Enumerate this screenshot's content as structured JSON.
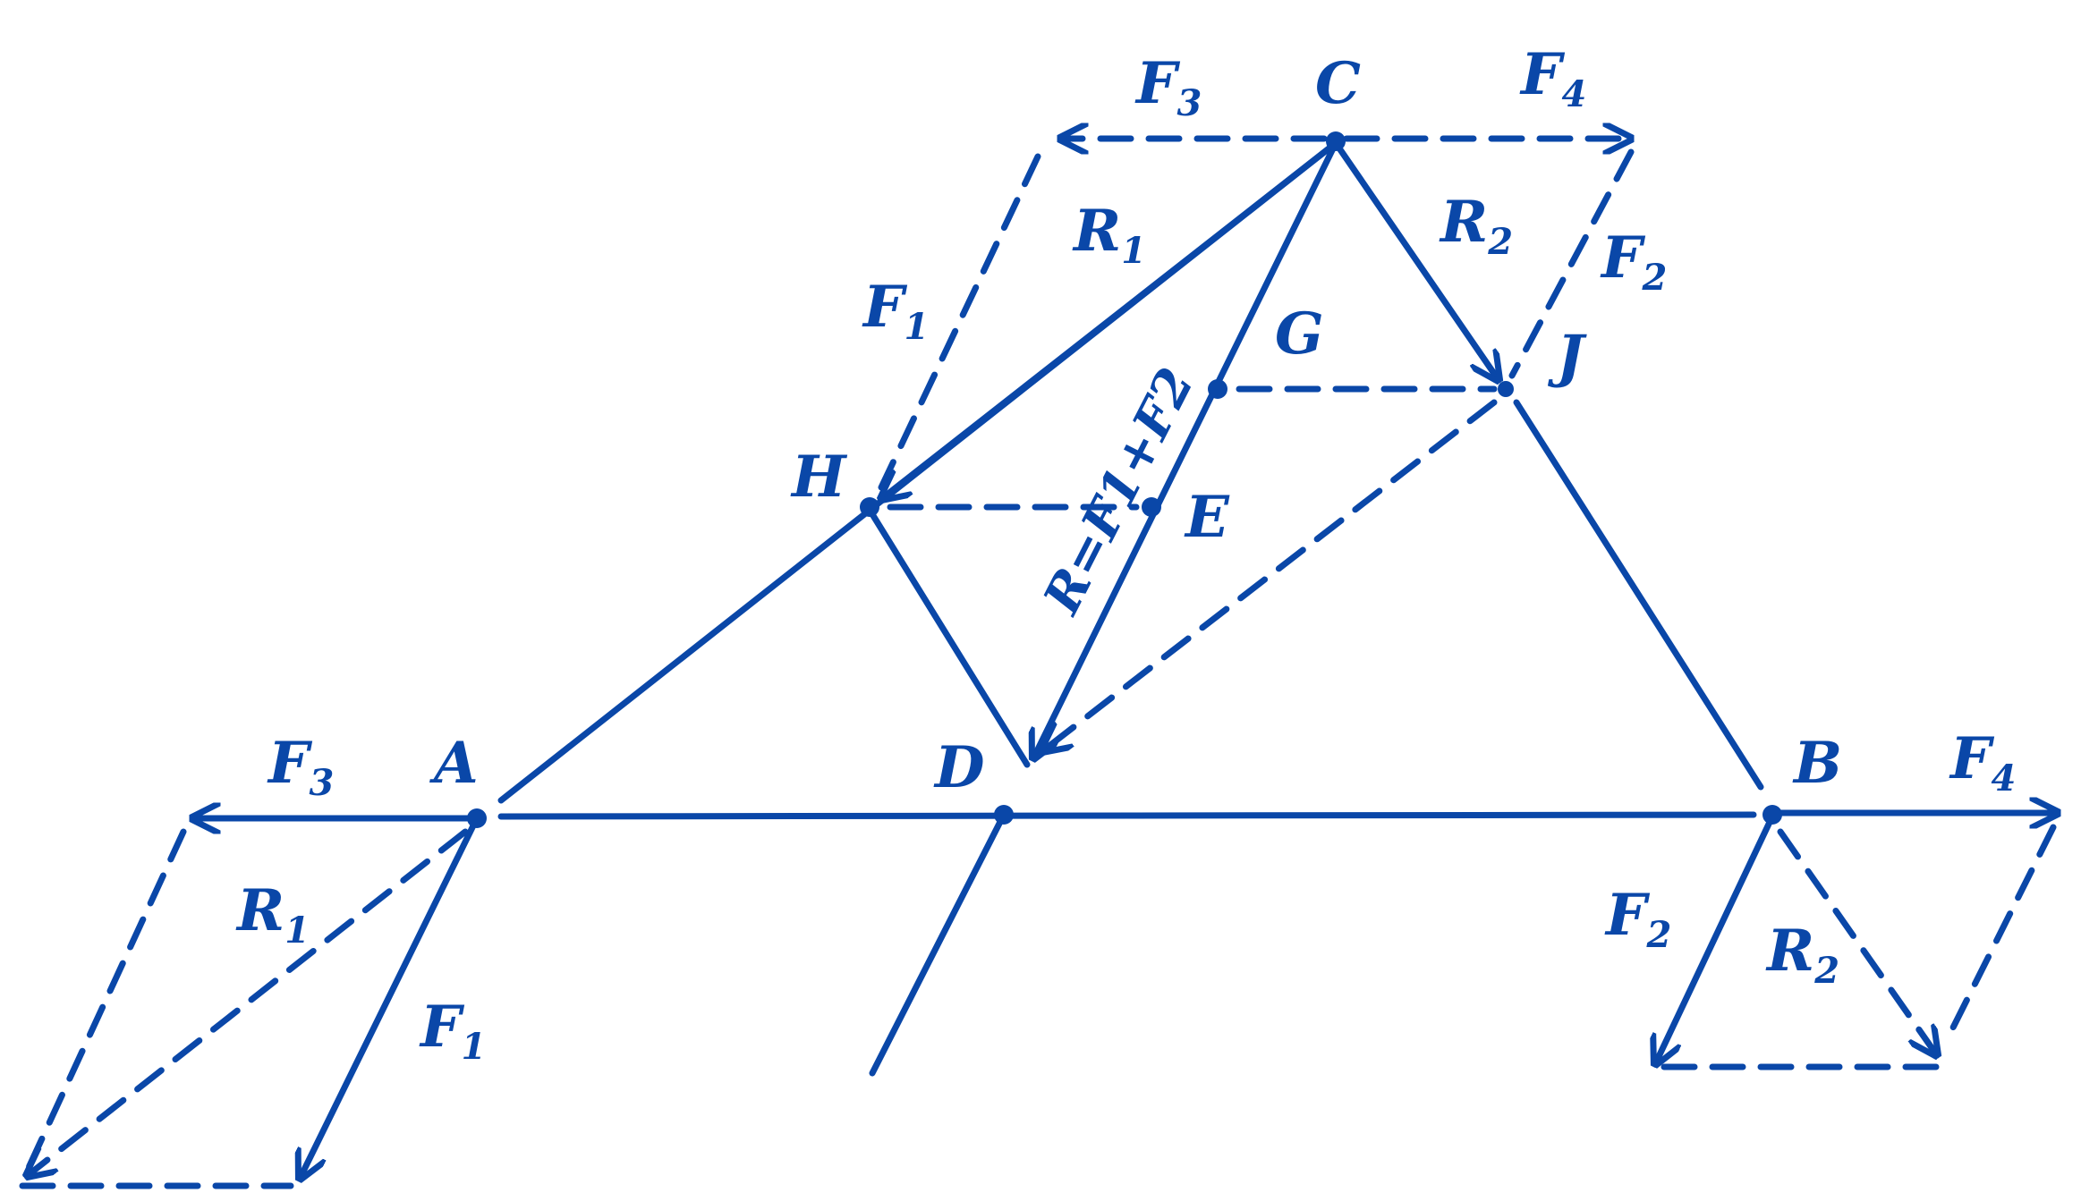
{
  "diagram": {
    "color": "#0a47a8",
    "labels": {
      "C": "C",
      "G": "G",
      "J": "J",
      "H": "H",
      "E": "E",
      "D": "D",
      "A": "A",
      "B": "B",
      "top_F3": {
        "main": "F",
        "sub": "3"
      },
      "top_F4": {
        "main": "F",
        "sub": "4"
      },
      "top_R1": {
        "main": "R",
        "sub": "1"
      },
      "top_R2": {
        "main": "R",
        "sub": "2"
      },
      "top_F1": {
        "main": "F",
        "sub": "1"
      },
      "top_F2": {
        "main": "F",
        "sub": "2"
      },
      "low_F3": {
        "main": "F",
        "sub": "3"
      },
      "low_R1": {
        "main": "R",
        "sub": "1"
      },
      "low_F1": {
        "main": "F",
        "sub": "1"
      },
      "low_F4": {
        "main": "F",
        "sub": "4"
      },
      "low_F2": {
        "main": "F",
        "sub": "2"
      },
      "low_R2": {
        "main": "R",
        "sub": "2"
      },
      "resultant": "R=F1+F2"
    }
  }
}
